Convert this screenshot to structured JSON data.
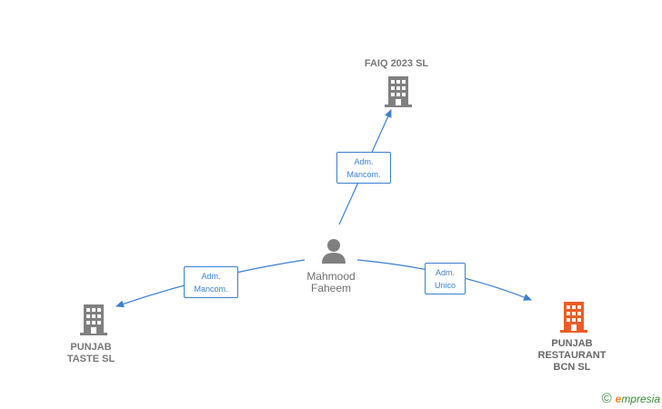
{
  "nodes": {
    "faiq": {
      "name": "FAIQ 2023  SL",
      "icon": "building-icon",
      "color": "#808080"
    },
    "person": {
      "name": "Mahmood\nFaheem",
      "icon": "person-icon",
      "color": "#808080"
    },
    "punjab_taste": {
      "name": "PUNJAB\nTASTE  SL",
      "icon": "building-icon",
      "color": "#808080"
    },
    "punjab_restaurant": {
      "name": "PUNJAB\nRESTAURANT\nBCN  SL",
      "icon": "building-icon",
      "color": "#f05a28"
    }
  },
  "edges": {
    "to_faiq": {
      "label": "Adm.\nMancom."
    },
    "to_taste": {
      "label": "Adm.\nMancom."
    },
    "to_restaurant": {
      "label": "Adm.\nUnico"
    }
  },
  "footer": {
    "copyright": "©",
    "brand_first": "e",
    "brand_rest": "mpresia"
  },
  "colors": {
    "edge": "#3b7fd1",
    "building": "#808080",
    "building_highlight": "#f05a28"
  }
}
